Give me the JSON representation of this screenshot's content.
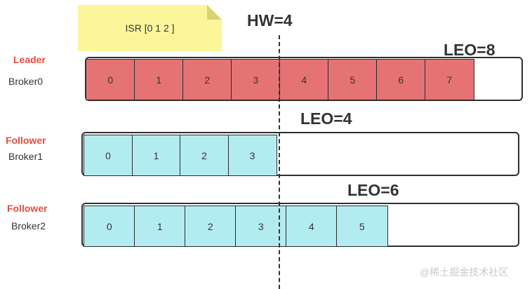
{
  "note": {
    "text": "ISR [0 1 2 ]"
  },
  "hw_label": "HW=4",
  "brokers": [
    {
      "role": "Leader",
      "name": "Broker0",
      "leo_label": "LEO=8",
      "cells": [
        "0",
        "1",
        "2",
        "3",
        "4",
        "5",
        "6",
        "7"
      ]
    },
    {
      "role": "Follower",
      "name": "Broker1",
      "leo_label": "LEO=4",
      "cells": [
        "0",
        "1",
        "2",
        "3"
      ]
    },
    {
      "role": "Follower",
      "name": "Broker2",
      "leo_label": "LEO=6",
      "cells": [
        "0",
        "1",
        "2",
        "3",
        "4",
        "5"
      ]
    }
  ],
  "watermark": "@稀土掘金技术社区",
  "colors": {
    "leader_cell": "#e57373",
    "follower_cell": "#b3ecf0",
    "role_text": "#e74c3c",
    "note_bg": "#fbf69a"
  }
}
